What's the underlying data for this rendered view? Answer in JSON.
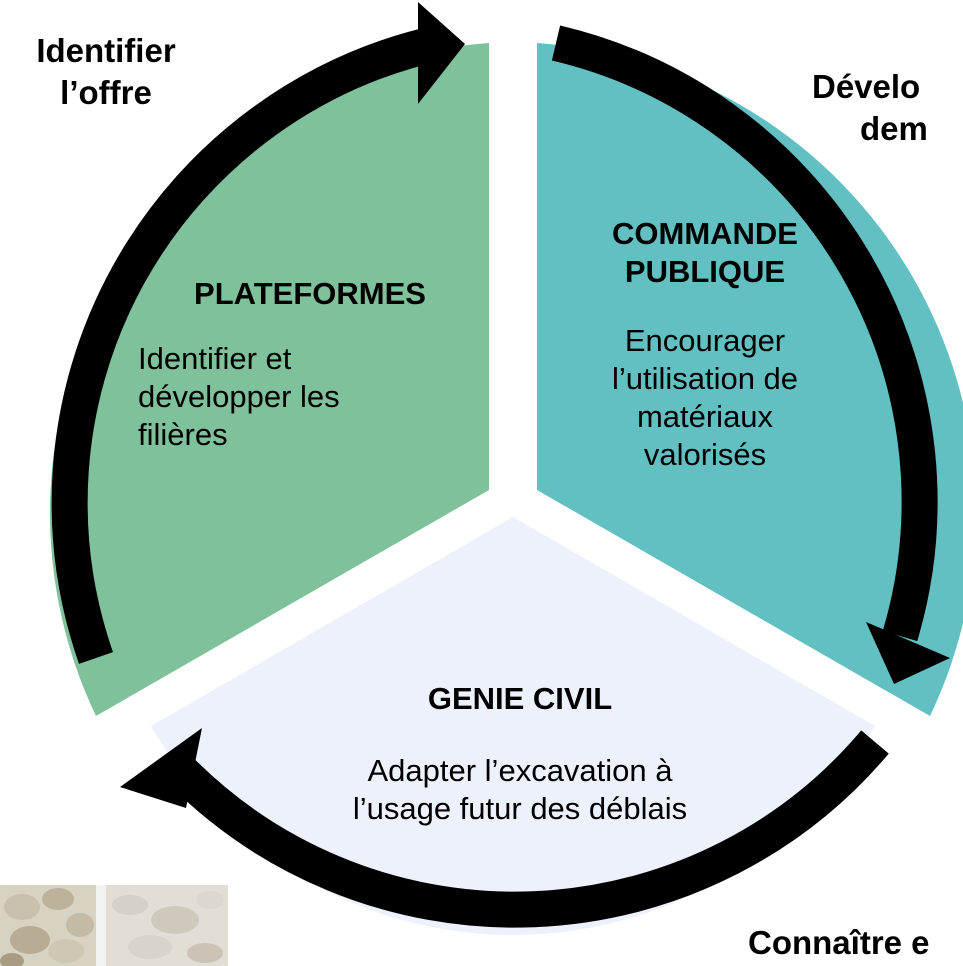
{
  "diagram": {
    "outer_labels": {
      "top_left_line1": "Identifier",
      "top_left_line2": "l’offre",
      "top_right_line1": "Dévelo",
      "top_right_line2": "dem",
      "bottom_right": "Connaître e"
    },
    "segments": [
      {
        "id": "plateformes",
        "title": "PLATEFORMES",
        "desc_line1": "Identifier et",
        "desc_line2": "développer les",
        "desc_line3": "filières",
        "color": "#7fc19b"
      },
      {
        "id": "commande",
        "title_line1": "COMMANDE",
        "title_line2": "PUBLIQUE",
        "desc_line1": "Encourager",
        "desc_line2": "l’utilisation de",
        "desc_line3": "matériaux",
        "desc_line4": "valorisés",
        "color": "#62bfc2"
      },
      {
        "id": "genie",
        "title": "GENIE CIVIL",
        "desc_line1": "Adapter l’excavation à",
        "desc_line2": "l’usage futur des déblais",
        "color": "#edf1fc"
      }
    ],
    "arrow_color": "#000000",
    "photo_icon": "soil-samples-photo"
  }
}
